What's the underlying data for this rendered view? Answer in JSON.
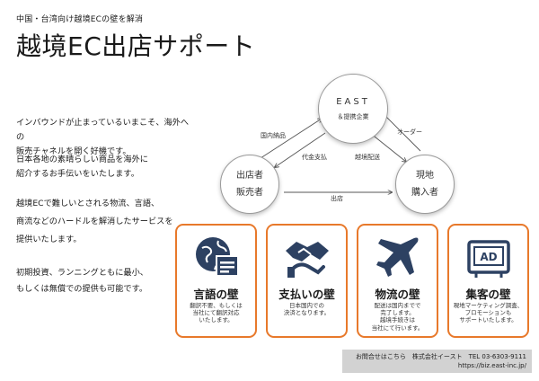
{
  "header": {
    "subtitle": "中国・台湾向け越境ECの壁を解消",
    "title": "越境EC出店サポート"
  },
  "paragraphs": [
    [
      "インバウンドが止まっているいまこそ、海外への",
      "販売チャネルを開く好機です。"
    ],
    [
      "日本各地の素晴らしい商品を海外に",
      "紹介するお手伝いをいたします。"
    ],
    [
      "越境ECで難しいとされる物流、言語、",
      "商流などのハードルを解消したサービスを",
      "提供いたします。"
    ],
    [
      "初期投資、ランニングともに最小、",
      "もしくは無償での提供も可能です。"
    ]
  ],
  "diagram": {
    "east": {
      "name": "EAST",
      "sub": "＆提携企業"
    },
    "seller": {
      "line1": "出店者",
      "line2": "販売者"
    },
    "buyer": {
      "line1": "現地",
      "line2": "購入者"
    },
    "labels": {
      "domestic_delivery": "国内納品",
      "order": "オーダー",
      "payment": "代金支払",
      "cross_border": "越境配送",
      "listing": "出店"
    }
  },
  "cards": [
    {
      "title": "言語の壁",
      "desc": [
        "翻訳不要、もしくは",
        "当社にて翻訳対応",
        "いたします。"
      ]
    },
    {
      "title": "支払いの壁",
      "desc": [
        "日本国内での",
        "決済となります。"
      ]
    },
    {
      "title": "物流の壁",
      "desc": [
        "配送は国内までで",
        "完了します。",
        "越境手続きは",
        "当社にて行います。"
      ]
    },
    {
      "title": "集客の壁",
      "desc": [
        "現地マーケティング調査、",
        "プロモーションも",
        "サポートいたします。"
      ]
    }
  ],
  "footer": {
    "line1": "お問合せはこちら　株式会社イースト　TEL 03-6303-9111",
    "line2": "https://biz.east-inc.jp/"
  },
  "icons": {
    "card1": "translate-icon",
    "card2": "handshake-icon",
    "card3": "airplane-icon",
    "card4": "ad-board-icon"
  },
  "colors": {
    "accent": "#e8792b",
    "icon": "#2d4162",
    "footer_bg": "#d2d2d2"
  }
}
